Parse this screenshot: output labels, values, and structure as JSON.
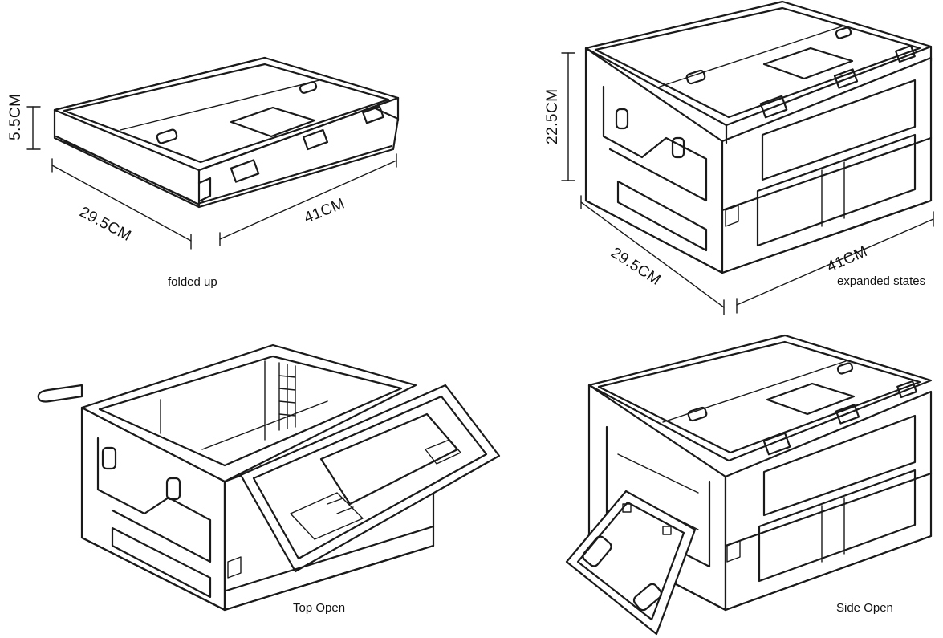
{
  "panels": {
    "folded": {
      "caption": "folded up",
      "height_dim": "5.5CM",
      "depth_dim": "29.5CM",
      "width_dim": "41CM"
    },
    "expanded": {
      "caption": "expanded states",
      "height_dim": "22.5CM",
      "depth_dim": "29.5CM",
      "width_dim": "41CM"
    },
    "top_open": {
      "caption": "Top Open"
    },
    "side_open": {
      "caption": "Side Open"
    }
  }
}
